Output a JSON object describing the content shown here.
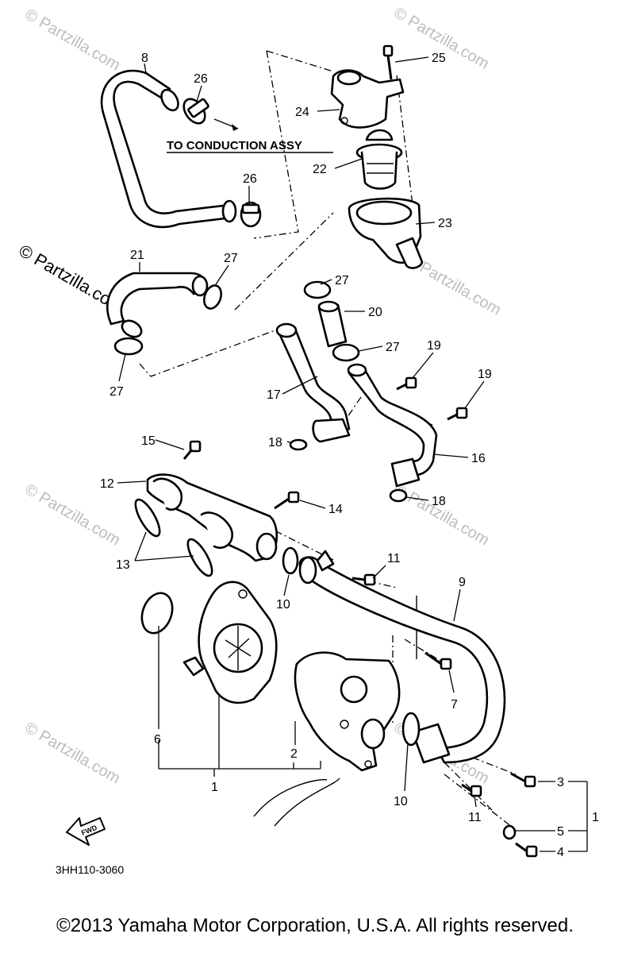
{
  "diagram": {
    "note": "TO CONDUCTION ASSY",
    "fig_code": "3HH110-3060",
    "fwd_label": "FWD",
    "watermark": "© Partzilla.com",
    "callouts": {
      "c1a": "1",
      "c1b": "1",
      "c2": "2",
      "c3": "3",
      "c4": "4",
      "c5": "5",
      "c6": "6",
      "c7": "7",
      "c8": "8",
      "c9": "9",
      "c10a": "10",
      "c10b": "10",
      "c11a": "11",
      "c11b": "11",
      "c12": "12",
      "c13": "13",
      "c14": "14",
      "c15": "15",
      "c16": "16",
      "c17": "17",
      "c18a": "18",
      "c18b": "18",
      "c19a": "19",
      "c19b": "19",
      "c20": "20",
      "c21": "21",
      "c22": "22",
      "c23": "23",
      "c24": "24",
      "c25": "25",
      "c26a": "26",
      "c26b": "26",
      "c27a": "27",
      "c27b": "27",
      "c27c": "27",
      "c27d": "27"
    }
  },
  "footer": {
    "copyright": "©2013 Yamaha Motor Corporation, U.S.A. All rights reserved."
  }
}
